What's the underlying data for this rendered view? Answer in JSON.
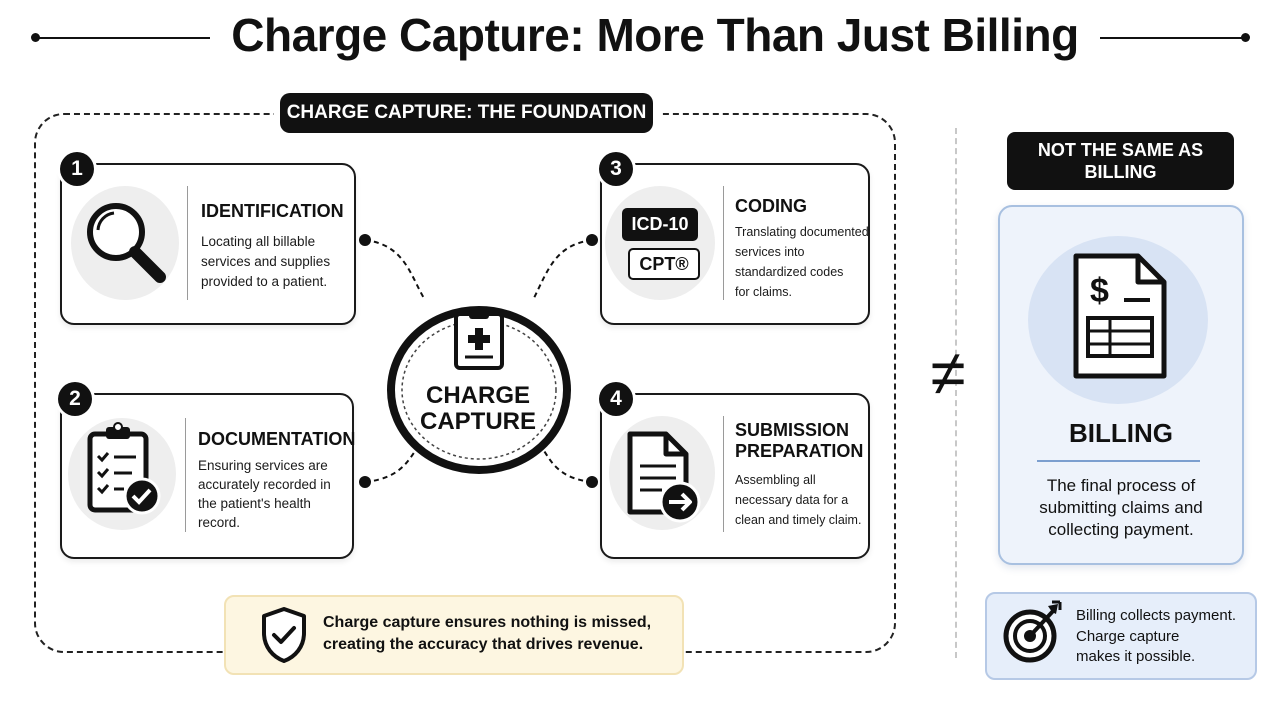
{
  "title": "Charge Capture: More Than Just Billing",
  "foundation_label": "CHARGE CAPTURE: THE FOUNDATION",
  "center": {
    "line1": "CHARGE",
    "line2": "CAPTURE",
    "icon": "medical-clipboard-icon"
  },
  "steps": [
    {
      "number": "1",
      "title": "IDENTIFICATION",
      "description": [
        "Locating all billable",
        "services and supplies",
        "provided to a patient."
      ],
      "icon": "magnifying-glass-icon"
    },
    {
      "number": "2",
      "title": "DOCUMENTATION",
      "description": [
        "Ensuring services are",
        "accurately recorded in",
        "the patient's health",
        "record."
      ],
      "icon": "checklist-clipboard-icon"
    },
    {
      "number": "3",
      "title": "CODING",
      "description": [
        "Translating documented",
        "services into",
        "standardized codes",
        "for claims."
      ],
      "icon": "code-tags-icon",
      "code_tags": [
        "ICD-10",
        "CPT®"
      ]
    },
    {
      "number": "4",
      "title_lines": [
        "SUBMISSION",
        "PREPARATION"
      ],
      "description": [
        "Assembling all",
        "necessary data for a",
        "clean and timely claim."
      ],
      "icon": "document-arrow-icon"
    }
  ],
  "bottom_note": {
    "lines": [
      "Charge capture ensures nothing is missed,",
      "creating the accuracy that drives revenue."
    ],
    "icon": "shield-check-icon"
  },
  "not_equal_symbol": "≠",
  "not_same_label": [
    "NOT THE SAME AS",
    "BILLING"
  ],
  "billing": {
    "title": "BILLING",
    "description": [
      "The final process of",
      "submitting claims and",
      "collecting payment."
    ],
    "icon": "invoice-dollar-icon"
  },
  "billing_note": {
    "lines": [
      "Billing collects payment.",
      "Charge capture",
      "makes it possible."
    ],
    "icon": "target-arrow-icon"
  },
  "colors": {
    "primary": "#111111",
    "billing_bg": "#eef3fb",
    "billing_border": "#a8c0e0",
    "note_bg": "#fdf6e1"
  }
}
